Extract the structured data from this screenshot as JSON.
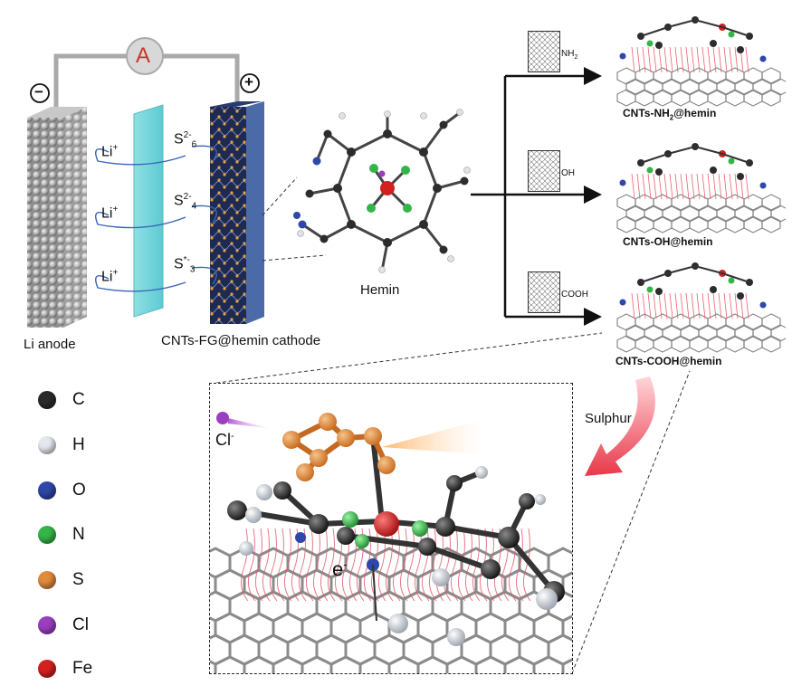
{
  "battery": {
    "ammeter_label": "A",
    "minus_sign": "−",
    "plus_sign": "+",
    "anode_label": "Li anode",
    "cathode_label": "CNTs-FG@hemin cathode",
    "ions": [
      {
        "li": "Li",
        "li_sup": "+",
        "s": "S",
        "s_sub": "6",
        "s_sup": "2-"
      },
      {
        "li": "Li",
        "li_sup": "+",
        "s": "S",
        "s_sub": "4",
        "s_sup": "2-"
      },
      {
        "li": "Li",
        "li_sup": "+",
        "s": "S",
        "s_sub": "3",
        "s_sup": "*-"
      }
    ]
  },
  "hemin_label": "Hemin",
  "functional_groups": [
    {
      "group": "NH",
      "group_sub": "2",
      "product_pre": "CNTs-NH",
      "product_sub": "2",
      "product_post": "@hemin"
    },
    {
      "group": "OH",
      "group_sub": "",
      "product_pre": "CNTs-OH",
      "product_sub": "",
      "product_post": "@hemin"
    },
    {
      "group": "COOH",
      "group_sub": "",
      "product_pre": "CNTs-COOH",
      "product_sub": "",
      "product_post": "@hemin"
    }
  ],
  "sulphur_label": "Sulphur",
  "inset": {
    "cl_label": "Cl",
    "cl_sup": "-",
    "e_label": "e",
    "e_sup": "-"
  },
  "legend": [
    {
      "symbol": "C",
      "color": "#2b2b2b"
    },
    {
      "symbol": "H",
      "color": "#e4e8ee"
    },
    {
      "symbol": "O",
      "color": "#2f47a8"
    },
    {
      "symbol": "N",
      "color": "#35b548"
    },
    {
      "symbol": "S",
      "color": "#e08a3c"
    },
    {
      "symbol": "Cl",
      "color": "#9a3fc0"
    },
    {
      "symbol": "Fe",
      "color": "#d32020"
    }
  ]
}
